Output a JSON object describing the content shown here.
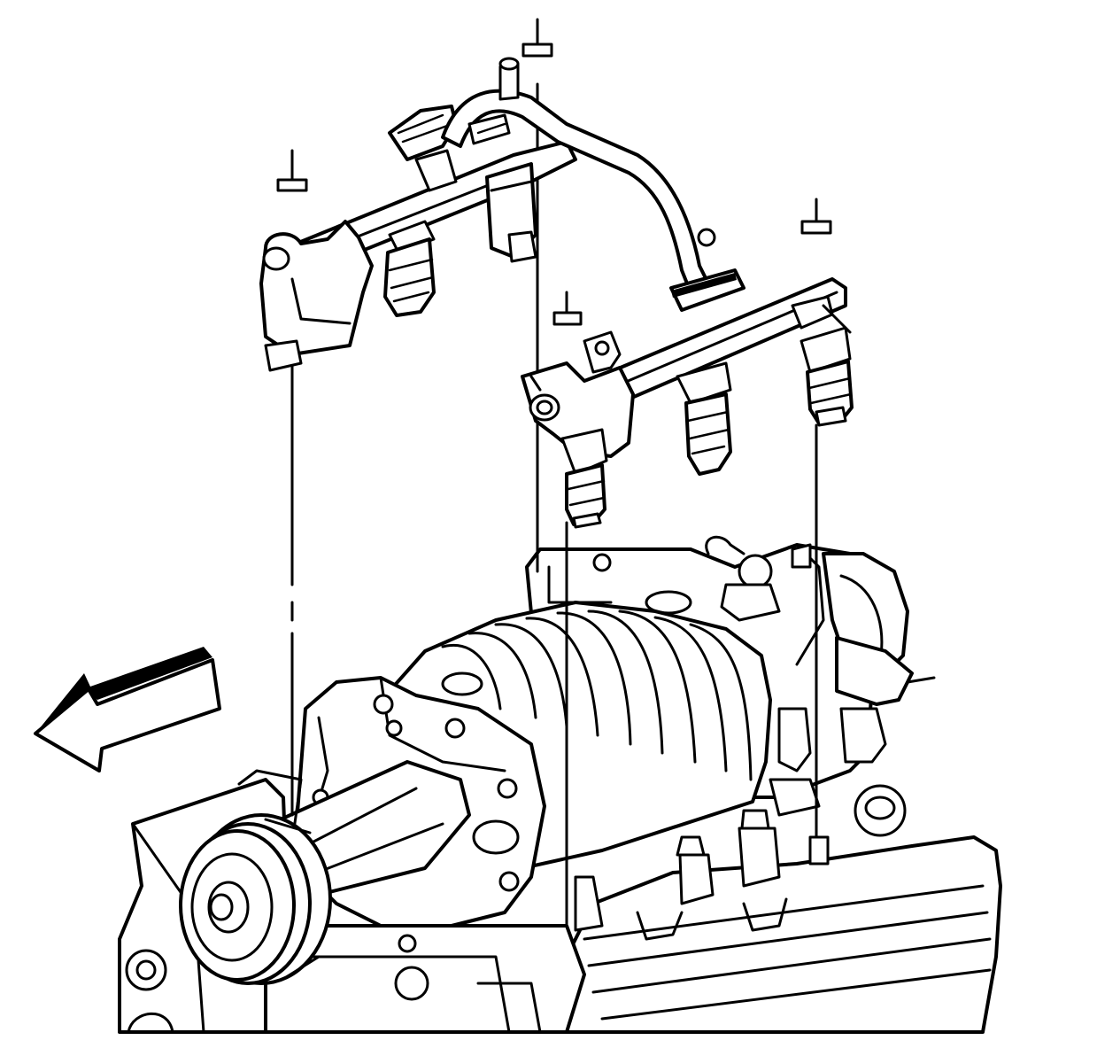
{
  "diagram": {
    "kind": "exploded-view line illustration",
    "stroke_color": "#000000",
    "background_color": "#ffffff",
    "has_text_labels": false,
    "icons": [
      "direction-arrow-icon"
    ],
    "components": {
      "fuel_rail_left": {
        "injector_count": 3
      },
      "fuel_rail_right": {
        "injector_count": 3
      },
      "crossover_tube": {},
      "fuel_rail_studs": {
        "count": 4
      },
      "supercharger": {},
      "drive_pulley": {},
      "engine_block": {}
    }
  }
}
